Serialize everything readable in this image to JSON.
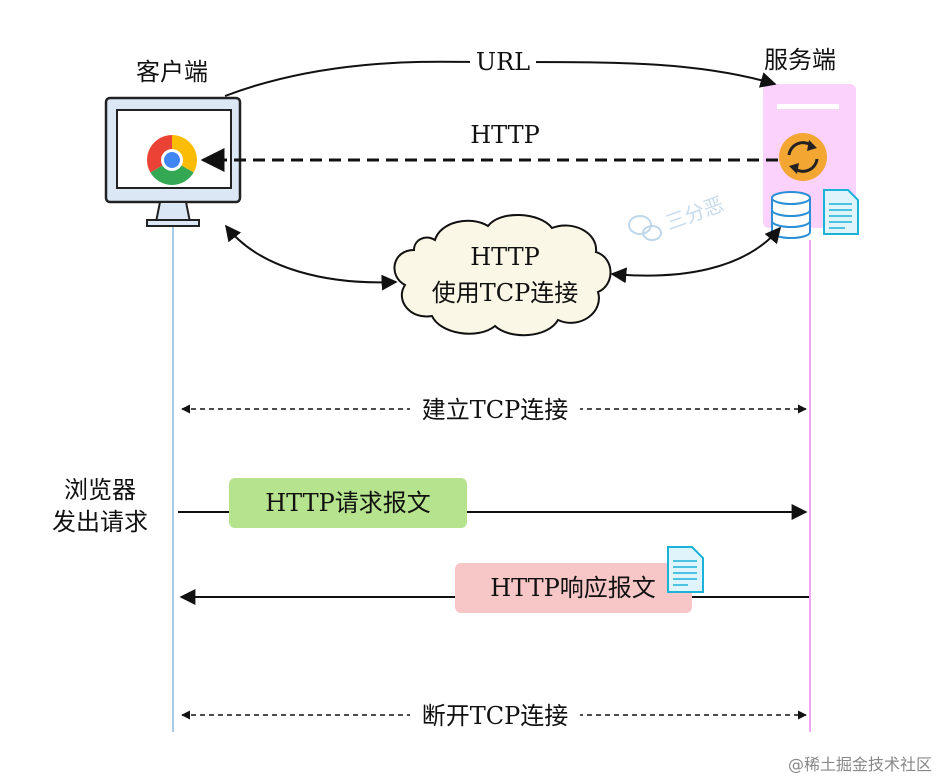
{
  "client": {
    "label": "客户端"
  },
  "server": {
    "label": "服务端"
  },
  "top_arrows": {
    "url": "URL",
    "http": "HTTP"
  },
  "cloud": {
    "line1": "HTTP",
    "line2": "使用TCP连接"
  },
  "sequence": {
    "establish": "建立TCP连接",
    "browser_line1": "浏览器",
    "browser_line2": "发出请求",
    "request": "HTTP请求报文",
    "response": "HTTP响应报文",
    "close": "断开TCP连接"
  },
  "watermarks": {
    "center": "三分恶",
    "footer": "@稀土掘金技术社区"
  },
  "colors": {
    "client_lifeline": "#a7cbe6",
    "server_lifeline": "#f0a6f2",
    "monitor_fill": "#dbe7f4",
    "monitor_stroke": "#222222",
    "server_fill": "#fbd2fc",
    "request_box": "#b6e38d",
    "response_box": "#f7c7c7",
    "cloud_fill": "#fbf7e6"
  },
  "icons": [
    "monitor-icon",
    "chrome-icon",
    "server-icon",
    "refresh-icon",
    "database-icon",
    "document-icon",
    "wechat-icon"
  ]
}
